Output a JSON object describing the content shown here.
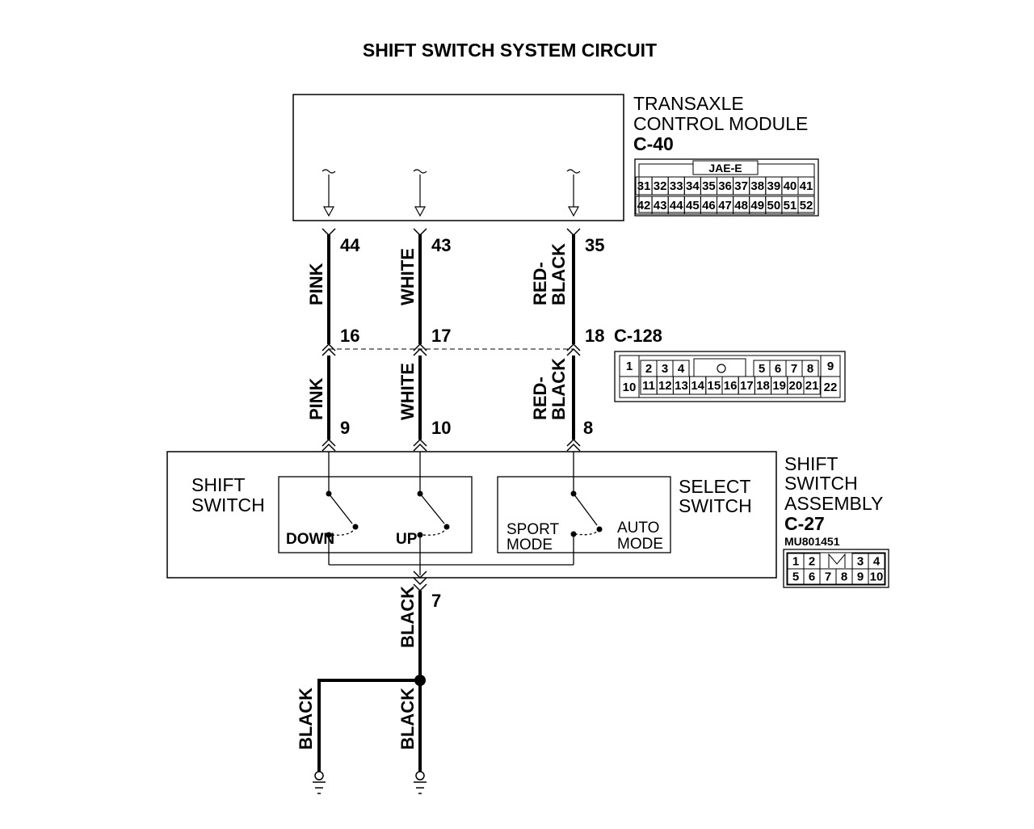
{
  "title": "SHIFT SWITCH SYSTEM CIRCUIT",
  "tcm": {
    "name_line1": "TRANSAXLE",
    "name_line2": "CONTROL MODULE",
    "connector": "C-40",
    "connector_type": "JAE-E",
    "row1": [
      "31",
      "32",
      "33",
      "34",
      "35",
      "36",
      "37",
      "38",
      "39",
      "40",
      "41"
    ],
    "row2": [
      "42",
      "43",
      "44",
      "45",
      "46",
      "47",
      "48",
      "49",
      "50",
      "51",
      "52"
    ]
  },
  "junction": {
    "connector": "C-128",
    "top_left": "1",
    "bottom_left": "10",
    "top_right": "9",
    "bottom_right": "22",
    "row1": [
      "2",
      "3",
      "4",
      "",
      "5",
      "6",
      "7",
      "8"
    ],
    "row2": [
      "11",
      "12",
      "13",
      "14",
      "15",
      "16",
      "17",
      "18",
      "19",
      "20",
      "21"
    ]
  },
  "assembly": {
    "name_line1": "SHIFT",
    "name_line2": "SWITCH",
    "name_line3": "ASSEMBLY",
    "connector": "C-27",
    "part_number": "MU801451",
    "row1": [
      "1",
      "2",
      "",
      "3",
      "4"
    ],
    "row2": [
      "5",
      "6",
      "7",
      "8",
      "9",
      "10"
    ]
  },
  "switches": {
    "shift_line1": "SHIFT",
    "shift_line2": "SWITCH",
    "select_line1": "SELECT",
    "select_line2": "SWITCH",
    "down": "DOWN",
    "up": "UP",
    "sport_line1": "SPORT",
    "sport_line2": "MODE",
    "auto_line1": "AUTO",
    "auto_line2": "MODE"
  },
  "wires": {
    "pink_top": "PINK",
    "white_top": "WHITE",
    "redblack_top_1": "RED-",
    "redblack_top_2": "BLACK",
    "pink_bottom": "PINK",
    "white_bottom": "WHITE",
    "redblack_bottom_1": "RED-",
    "redblack_bottom_2": "BLACK",
    "black_main": "BLACK",
    "black_left": "BLACK",
    "black_right": "BLACK"
  },
  "pins": {
    "tcm_pink": "44",
    "tcm_white": "43",
    "tcm_redblack": "35",
    "jc_pink": "16",
    "jc_white": "17",
    "jc_redblack": "18",
    "sw_pink": "9",
    "sw_white": "10",
    "sw_redblack": "8",
    "sw_ground": "7"
  }
}
